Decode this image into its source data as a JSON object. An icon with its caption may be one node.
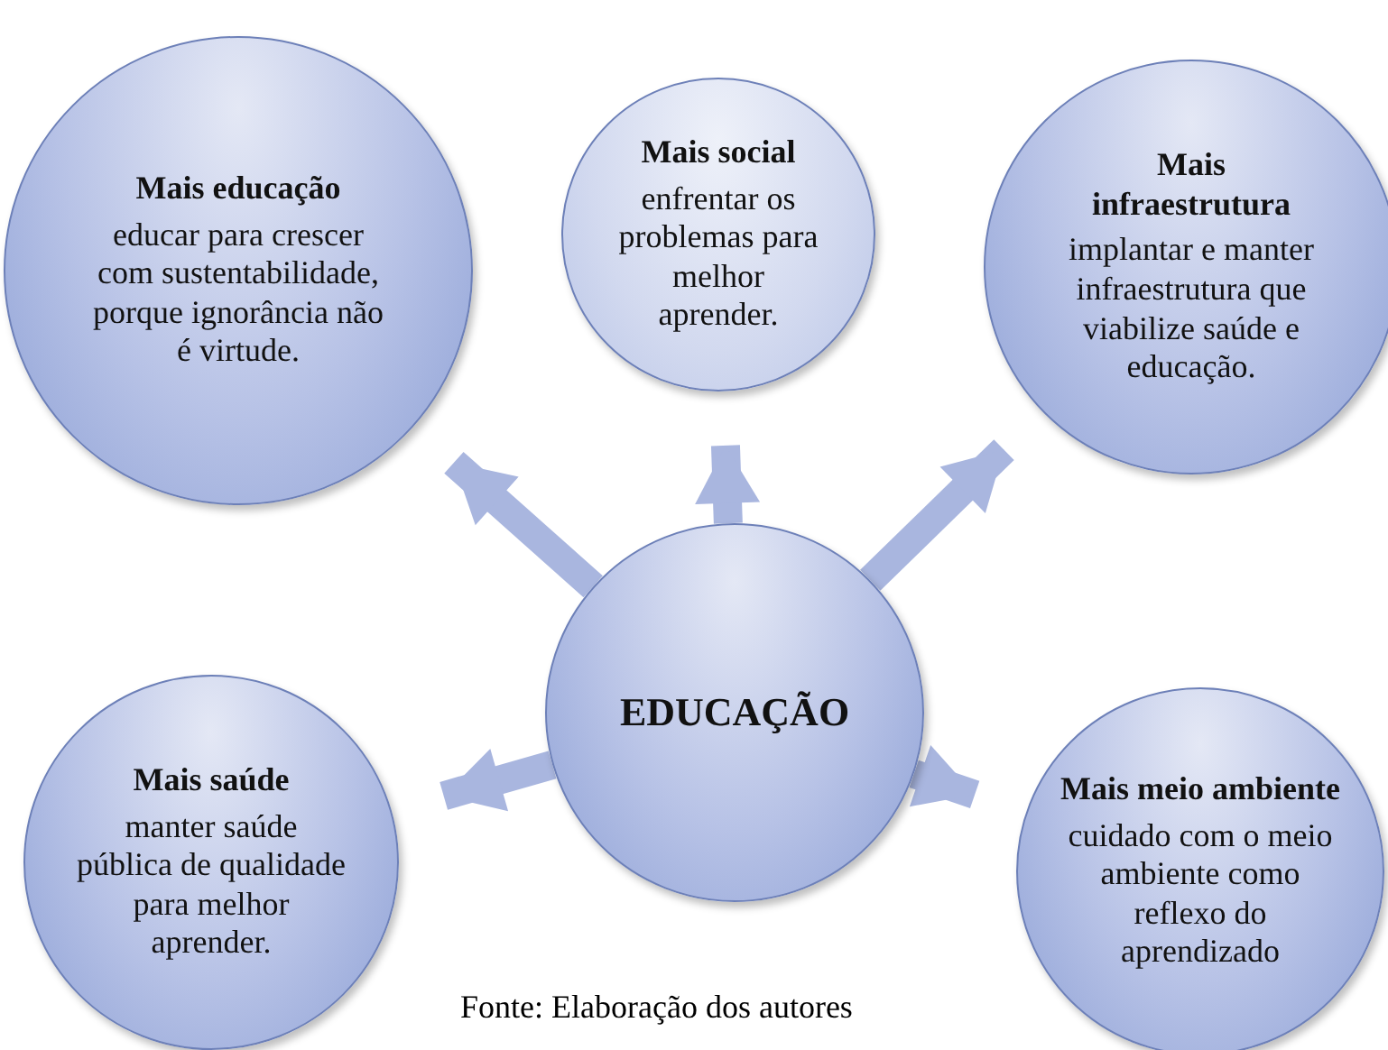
{
  "diagram": {
    "caption": "Fonte: Elaboração dos autores",
    "nodes": [
      {
        "text": [
          "Mais educação",
          "educar para crescer com sustentabilidade, porque ignorância não é virtude."
        ]
      },
      {
        "text": [
          "Mais social",
          "enfrentar os problemas para melhor aprender."
        ]
      },
      {
        "text": [
          "Mais infraestrutura",
          "implantar e manter infraestrutura que viabilize saúde e educação."
        ]
      },
      {
        "text": [
          "EDUCAÇÃO"
        ]
      },
      {
        "text": [
          "Mais saúde",
          "manter saúde pública de qualidade para melhor aprender."
        ]
      },
      {
        "text": [
          "Mais meio ambiente",
          "cuidado com o meio ambiente como reflexo do aprendizado"
        ]
      }
    ],
    "edges": [
      {
        "from": 3,
        "to": 0,
        "arrow": "to"
      },
      {
        "from": 3,
        "to": 1,
        "arrow": "to"
      },
      {
        "from": 3,
        "to": 2,
        "arrow": "to"
      },
      {
        "from": 3,
        "to": 4,
        "arrow": "to"
      },
      {
        "from": 3,
        "to": 5,
        "arrow": "to"
      }
    ]
  }
}
